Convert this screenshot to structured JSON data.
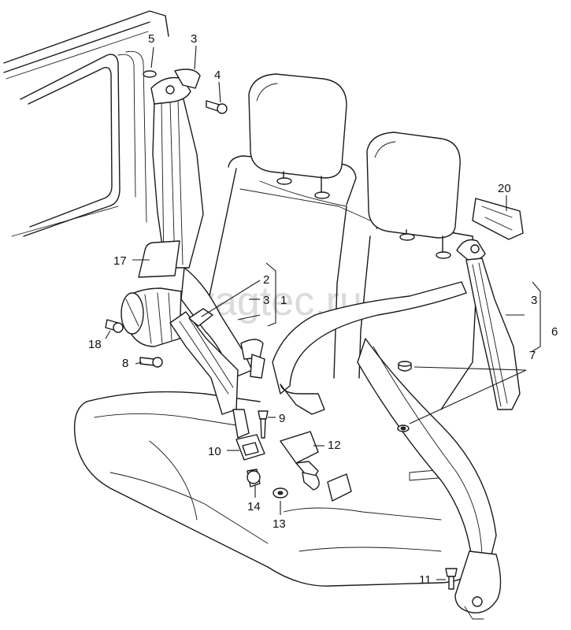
{
  "watermark": "vagtec.ru",
  "callouts": {
    "c5": "5",
    "c3_top": "3",
    "c4": "4",
    "c20": "20",
    "c17": "17",
    "c2": "2",
    "c3_mid": "3",
    "c1": "1",
    "c3_right": "3",
    "c6": "6",
    "c7": "7",
    "c18": "18",
    "c8": "8",
    "c9": "9",
    "c10": "10",
    "c12": "12",
    "c14": "14",
    "c13": "13",
    "c11": "11"
  }
}
